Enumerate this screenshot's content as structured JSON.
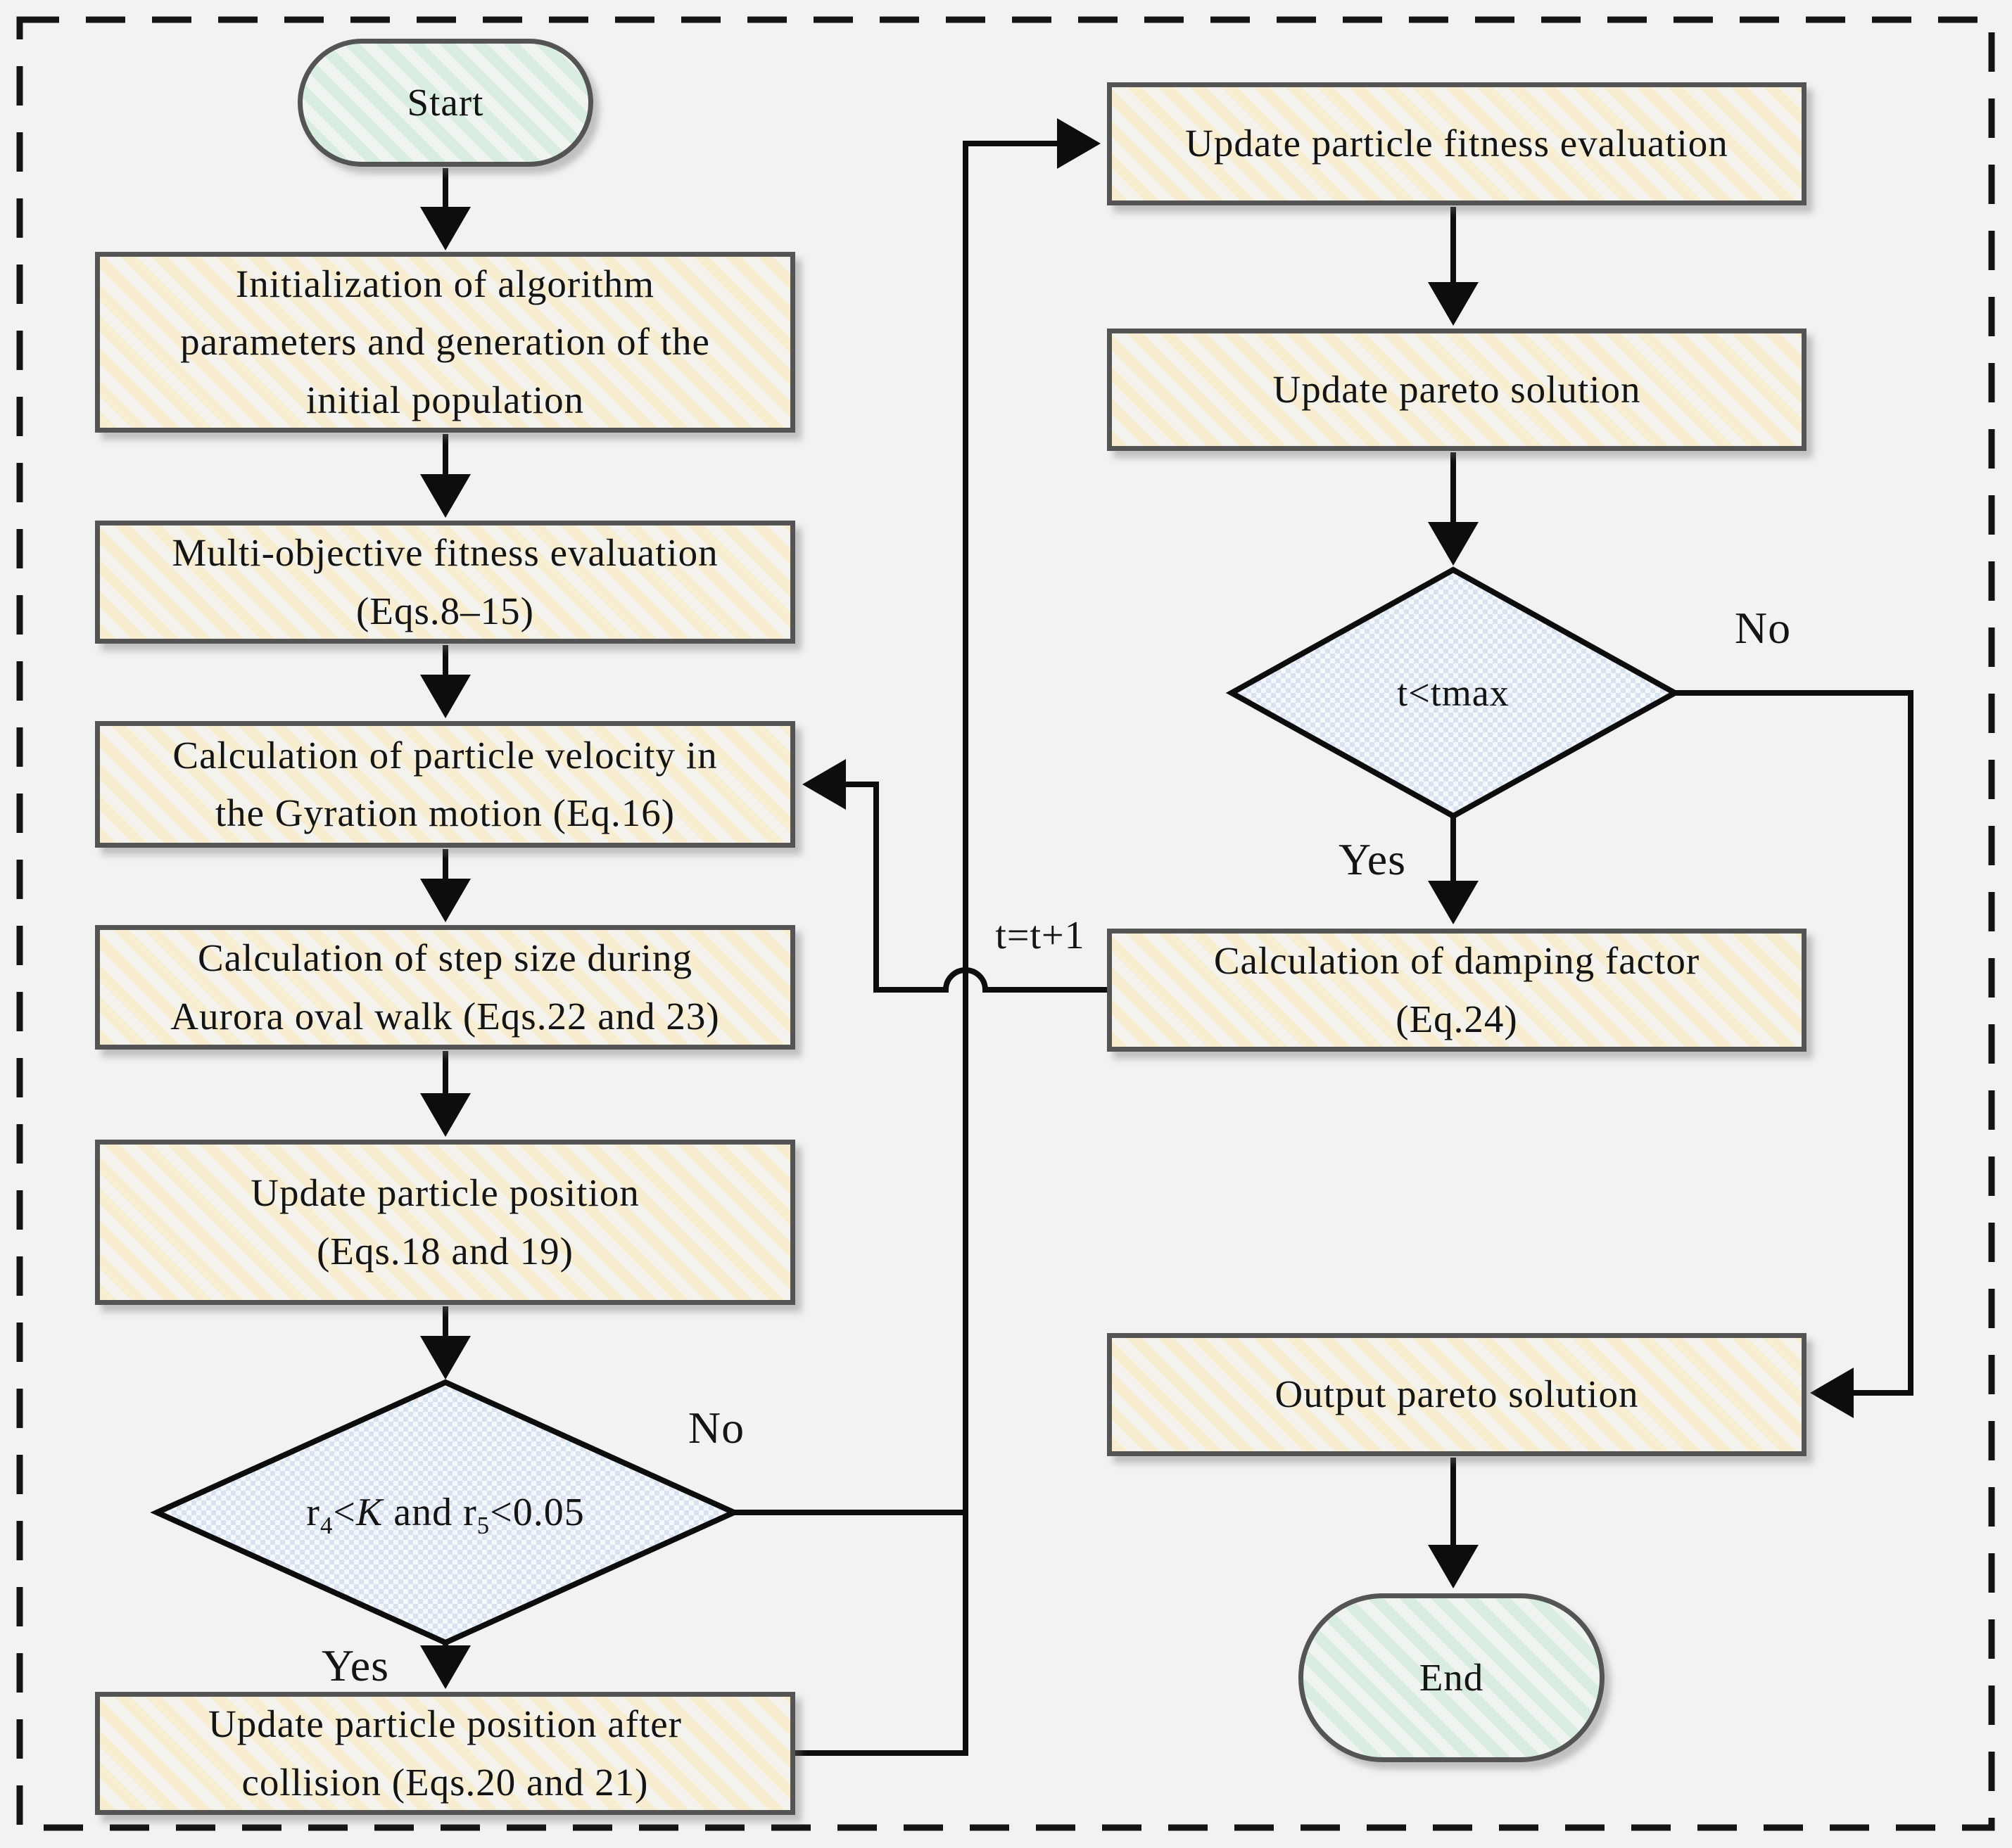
{
  "title": "Multi-objective Aurora optimization algorithm flowchart",
  "colors": {
    "background": "#f2f2f2",
    "process_fill_stripe": "#f8edd1",
    "process_fill_base": "#f3f2ec",
    "terminal_fill_stripe": "#d8ecdf",
    "terminal_fill_base": "#eff4f0",
    "decision_fill_check": "#d9e3f0",
    "decision_fill_base": "#f4f7fb",
    "node_border": "#545454",
    "line_color": "#0d0d0d"
  },
  "nodes": {
    "start": {
      "label": "Start"
    },
    "init": {
      "label": "Initialization of algorithm\nparameters and generation of the\ninitial population"
    },
    "fitness": {
      "label": "Multi-objective fitness evaluation\n(Eqs.8–15)"
    },
    "velocity": {
      "label": "Calculation of particle velocity in\nthe Gyration motion (Eq.16)"
    },
    "step": {
      "label": "Calculation of step size during\nAurora oval walk (Eqs.22 and 23)"
    },
    "update_pos": {
      "label": "Update particle position\n(Eqs.18 and 19)"
    },
    "decision_collision": {
      "r1": "r",
      "s1": "4",
      "op1": "<",
      "k": "K",
      "mid": " and r",
      "s2": "5",
      "op2": "<0.05"
    },
    "collision": {
      "label": "Update particle position after\ncollision (Eqs.20 and 21)"
    },
    "update_fitness": {
      "label": "Update particle fitness evaluation"
    },
    "update_pareto": {
      "label": "Update pareto solution"
    },
    "decision_iter": {
      "label": "t<tmax"
    },
    "damping": {
      "label": "Calculation of damping factor\n(Eq.24)"
    },
    "output": {
      "label": "Output pareto solution"
    },
    "end": {
      "label": "End"
    }
  },
  "edge_labels": {
    "collision_no": "No",
    "collision_yes": "Yes",
    "iter_no": "No",
    "iter_yes": "Yes",
    "iter_increment": "t=t+1"
  }
}
